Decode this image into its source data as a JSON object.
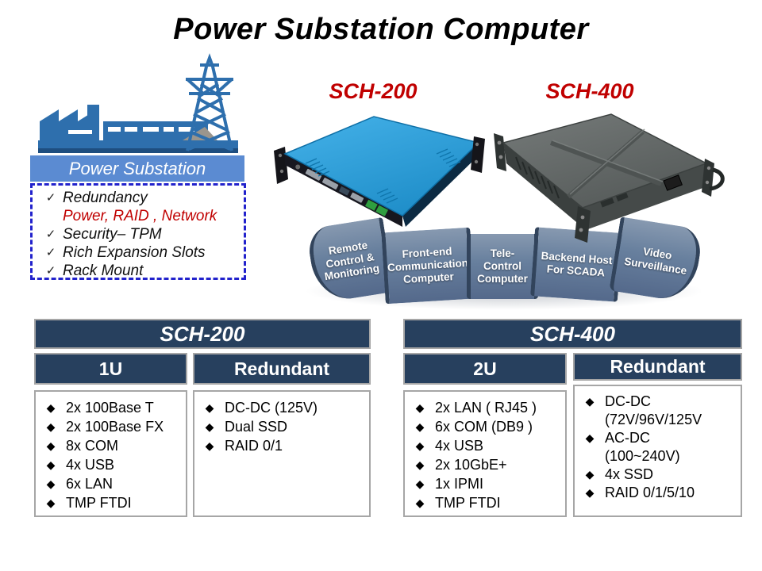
{
  "title": "Power Substation Computer",
  "substation": {
    "label": "Power Substation",
    "features": [
      {
        "check": "✓",
        "text": "Redundancy",
        "highlight": false
      },
      {
        "check": "",
        "text": "Power, RAID , Network",
        "highlight": true
      },
      {
        "check": "✓",
        "text": "Security– TPM",
        "highlight": false
      },
      {
        "check": "✓",
        "text": "Rich Expansion Slots",
        "highlight": false
      },
      {
        "check": "✓",
        "text": "Rack Mount",
        "highlight": false
      }
    ]
  },
  "products": [
    {
      "name": "SCH-200"
    },
    {
      "name": "SCH-400"
    }
  ],
  "ribbon": {
    "segments": [
      "Remote Control & Monitoring",
      "Front-end Communication Computer",
      "Tele-Control Computer",
      "Backend Host For SCADA",
      "Video Surveillance"
    ]
  },
  "tables": [
    {
      "title": "SCH-200",
      "columns": [
        {
          "header": "1U",
          "items": [
            "2x 100Base T",
            "2x 100Base FX",
            "8x COM",
            "4x USB",
            "6x LAN",
            "TMP FTDI"
          ]
        },
        {
          "header": "Redundant",
          "items": [
            "DC-DC (125V)",
            "Dual SSD",
            "RAID 0/1"
          ]
        }
      ]
    },
    {
      "title": "SCH-400",
      "columns": [
        {
          "header": "2U",
          "items": [
            "2x LAN ( RJ45 )",
            "6x COM (DB9 )",
            "4x USB",
            "2x 10GbE+",
            "1x IPMI",
            "TMP FTDI"
          ]
        },
        {
          "header": "Redundant",
          "items": [
            "DC-DC (72V/96V/125V",
            "AC-DC (100~240V)",
            "4x SSD",
            "RAID 0/1/5/10"
          ]
        }
      ]
    }
  ],
  "icons": {
    "check": "✓",
    "bullet": "◆"
  },
  "colors": {
    "navy_header": "#27405E",
    "accent_red": "#C00000",
    "bar_blue": "#5B8BD2",
    "icon_blue": "#2E6FAD",
    "chassis_blue": "#2FA0DB",
    "chassis_gray": "#606564",
    "ribbon_slate": "#68809E",
    "dashed_border_blue": "#2222CC",
    "table_border_gray": "#A6A6A6"
  }
}
